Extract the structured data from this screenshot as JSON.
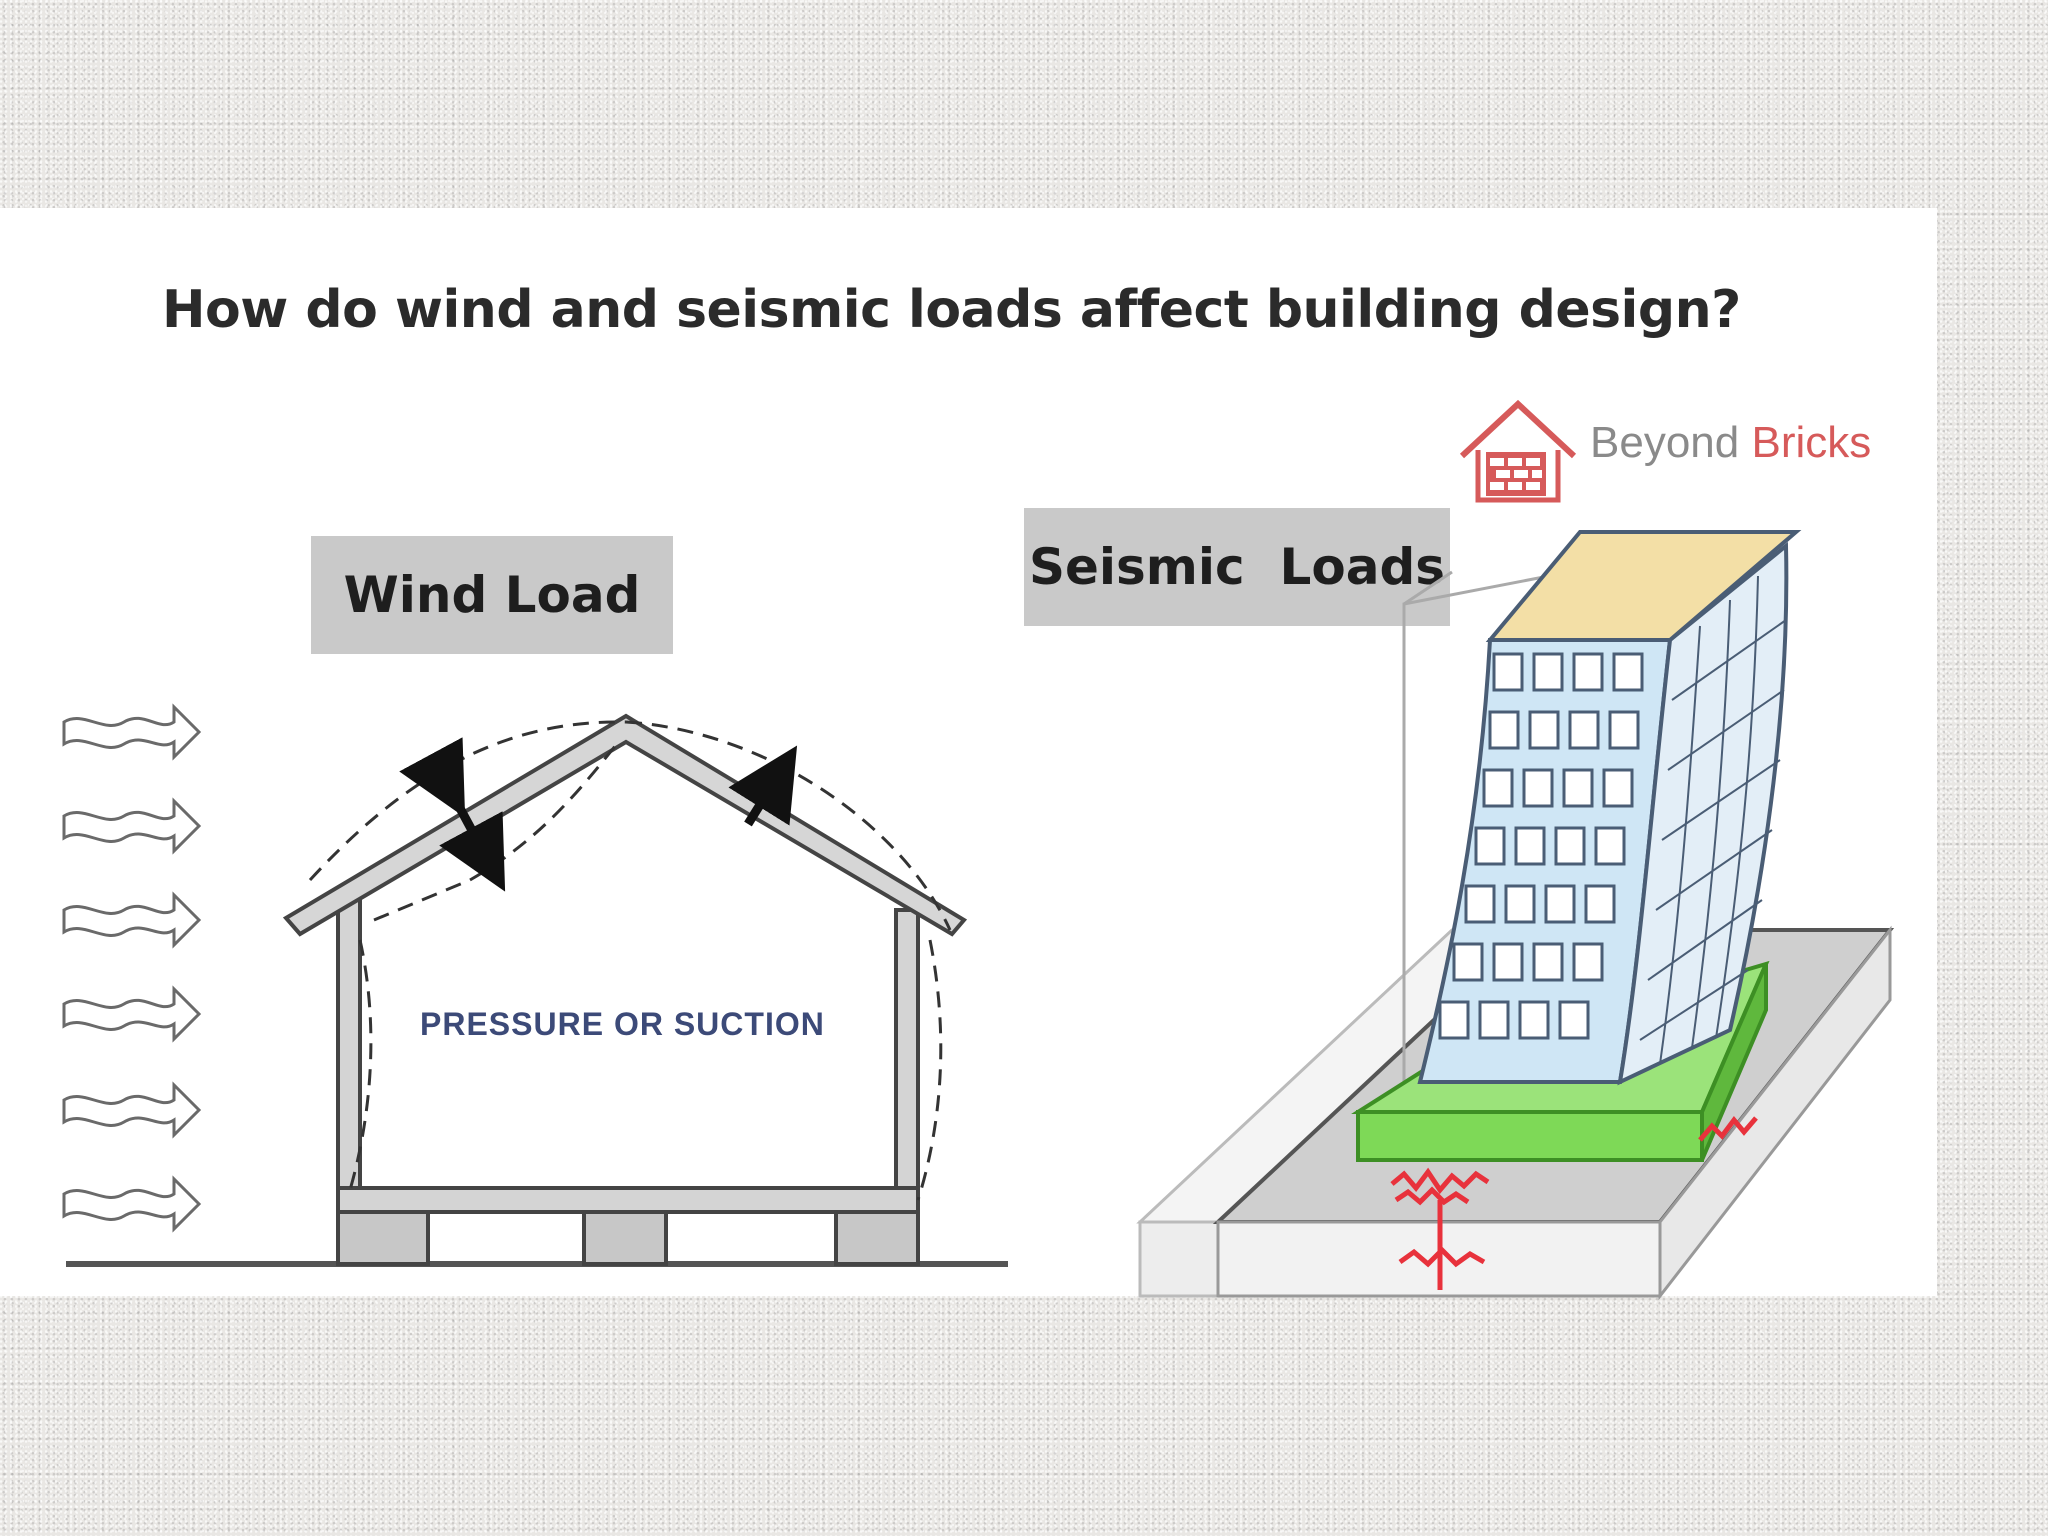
{
  "title": "How do wind and seismic loads affect building design?",
  "wind_section": {
    "label": "Wind Load",
    "annotation": "PRESSURE OR SUCTION",
    "icons": [
      "wind-arrow-icon",
      "double-arrow-icon",
      "up-arrow-icon"
    ]
  },
  "seismic_section": {
    "label": "Seismic  Loads"
  },
  "brand": {
    "name_part1": "Beyond",
    "name_part2": "Bricks",
    "logo_icon": "house-logo-icon"
  },
  "colors": {
    "label_box": "#c9c9c9",
    "brand_red": "#d65a5a",
    "foundation_green": "#7ed957",
    "roof_yellow": "#f3dfa6",
    "glass_blue": "#cfe6f5",
    "seismic_red": "#e8323c"
  }
}
